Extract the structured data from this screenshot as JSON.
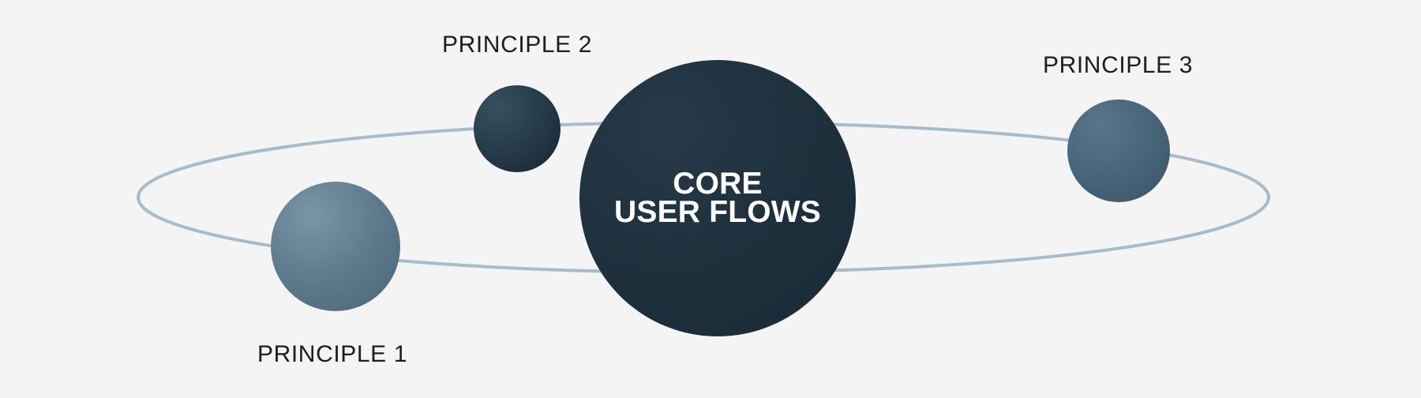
{
  "canvas": {
    "background_color": "#f3f4f3"
  },
  "orbit": {
    "stroke_color": "#a7bccb"
  },
  "core": {
    "line1": "CORE",
    "line2": "USER FLOWS",
    "fill_color": "#1c2d38",
    "text_color": "#ffffff"
  },
  "principles": [
    {
      "label": "PRINCIPLE 1",
      "color_light": "#7b95a4",
      "color_dark": "#4a6476"
    },
    {
      "label": "PRINCIPLE 2",
      "color_light": "#37505f",
      "color_dark": "#16242f"
    },
    {
      "label": "PRINCIPLE 3",
      "color_light": "#587589",
      "color_dark": "#3a5367"
    }
  ]
}
